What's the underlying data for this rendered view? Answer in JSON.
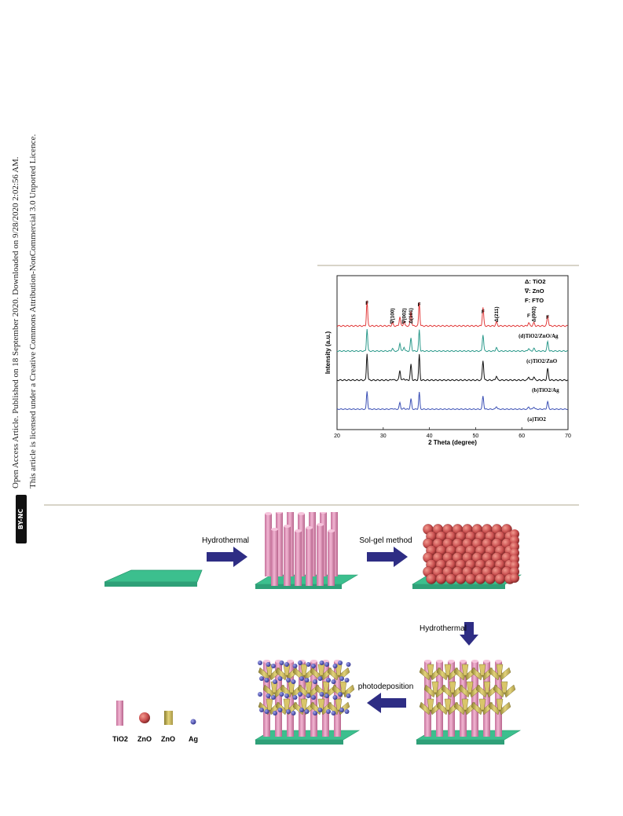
{
  "sidebar": {
    "open_access": "Open Access Article. Published on 18 September 2020. Downloaded on 9/28/2020 2:02:56 AM.",
    "license": "This article is licensed under a Creative Commons Attribution-NonCommercial 3.0 Unported Licence.",
    "cc_badge": "BY-NC"
  },
  "xrd_chart": {
    "chart_data": {
      "type": "line",
      "xlabel": "2 Theta (degree)",
      "ylabel": "Intensity (a.u.)",
      "xlim": [
        20,
        70
      ],
      "xticks": [
        20,
        30,
        40,
        50,
        60,
        70
      ],
      "legend": [
        "Δ: TiO2",
        "∇: ZnO",
        "F: FTO"
      ],
      "peaks_2theta": [
        26.5,
        32.0,
        33.6,
        34.5,
        36.0,
        37.8,
        51.6,
        54.5,
        61.5,
        62.6,
        65.6
      ],
      "series": [
        {
          "name": "(a)TiO2",
          "color": "#3a4fb5"
        },
        {
          "name": "(b)TiO2/Ag",
          "color": "#111111"
        },
        {
          "name": "(c)TiO2/ZnO",
          "color": "#2d9a8c"
        },
        {
          "name": "(d)TiO2/ZnO/Ag",
          "color": "#e23b3b"
        }
      ],
      "peak_labels": [
        {
          "text": "F",
          "x": 26.5
        },
        {
          "text": "∇(100)",
          "x": 32.0
        },
        {
          "text": "∇(002)",
          "x": 34.5
        },
        {
          "text": "Δ(101)",
          "x": 36.0
        },
        {
          "text": "F",
          "x": 37.8
        },
        {
          "text": "F",
          "x": 51.6
        },
        {
          "text": "Δ(211)",
          "x": 54.5
        },
        {
          "text": "F",
          "x": 61.5
        },
        {
          "text": "Δ(002)",
          "x": 62.6
        },
        {
          "text": "F",
          "x": 65.6
        }
      ]
    }
  },
  "schematic": {
    "step1": "Hydrothermal",
    "step2": "Sol-gel method",
    "step3": "Hydrothermal",
    "step4": "photodeposition",
    "legend": [
      "TiO2",
      "ZnO",
      "ZnO",
      "Ag"
    ],
    "colors": {
      "substrate": "#3cbf8e",
      "tio2": "#e79bc0",
      "zno_sphere": "#c94f4f",
      "zno_sheet": "#c9b85a",
      "ag": "#4a4fb0",
      "arrow": "#2e2d84"
    }
  }
}
